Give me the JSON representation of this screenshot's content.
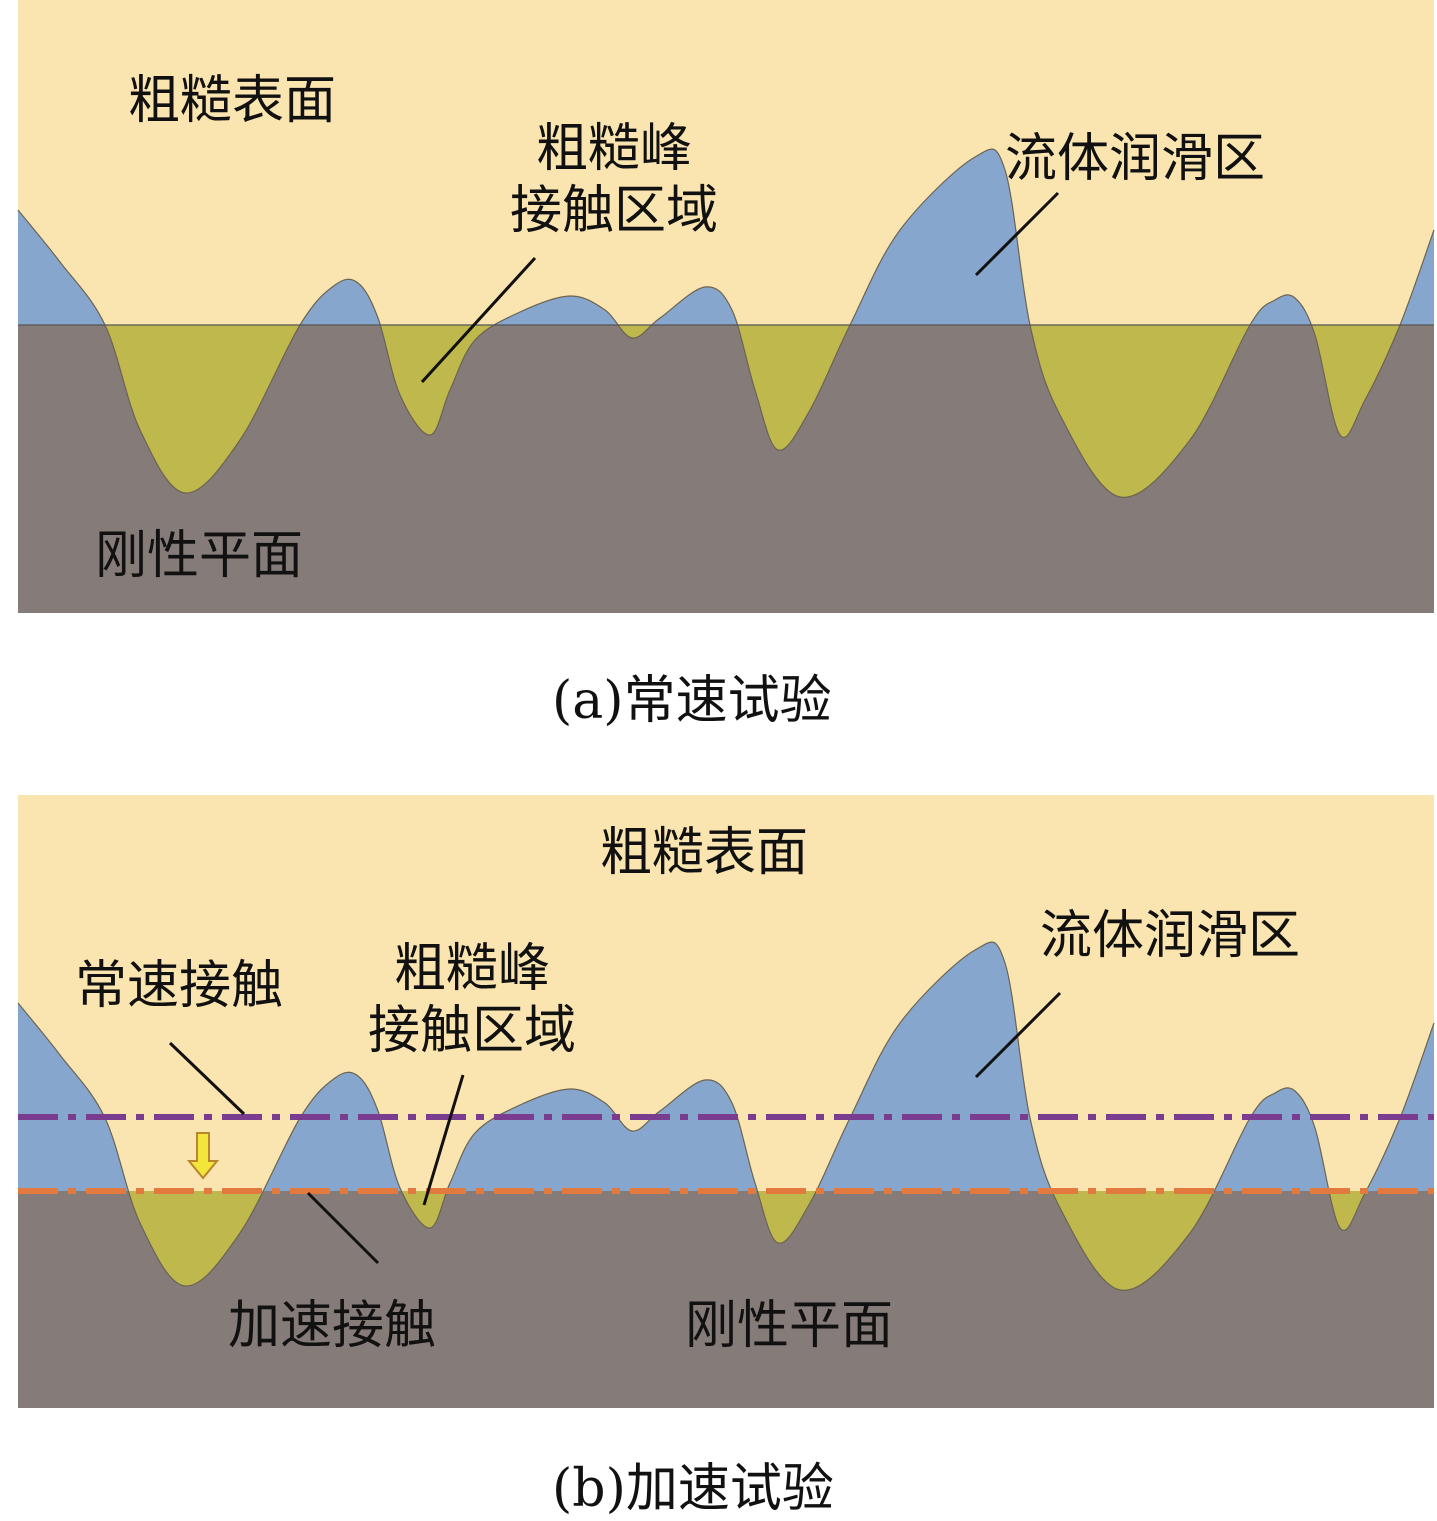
{
  "colors": {
    "rough_surface": "#FAE4B0",
    "rigid_plane": "#857B79",
    "fluid_region": "#87A6CD",
    "contact_region": "#BFB84C",
    "constant_speed_line": "#7A3C8E",
    "accelerated_line": "#E2793F",
    "arrow": "#F2E63A"
  },
  "panel_a": {
    "rough_surface": "粗糙表面",
    "asperity_contact": [
      "粗糙峰",
      "接触区域"
    ],
    "fluid_lubrication": "流体润滑区",
    "rigid_plane": "刚性平面",
    "caption": "(a)常速试验"
  },
  "panel_b": {
    "rough_surface": "粗糙表面",
    "constant_contact": "常速接触",
    "asperity_contact": [
      "粗糙峰",
      "接触区域"
    ],
    "fluid_lubrication": "流体润滑区",
    "accelerated_contact": "加速接触",
    "rigid_plane": "刚性平面",
    "caption": "(b)加速试验"
  }
}
